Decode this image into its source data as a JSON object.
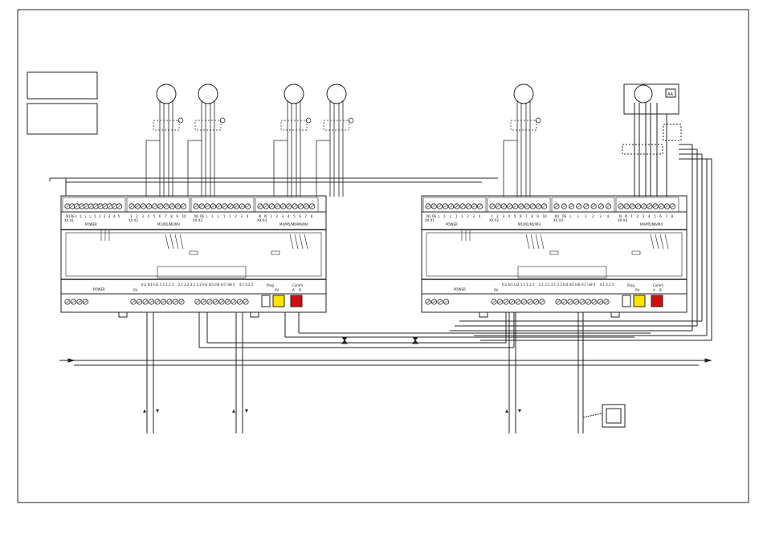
{
  "left_controller": {
    "top_slots": [
      {
        "label": "X1",
        "terminals": [
          "N1",
          "PE",
          "L",
          "L",
          "L",
          "L",
          "1",
          "1",
          "2",
          "3",
          "4",
          "5"
        ]
      },
      {
        "label": "X2",
        "terminals": [
          "1",
          "2",
          "3",
          "4",
          "5",
          "6",
          "7",
          "8",
          "9",
          "10"
        ]
      },
      {
        "label": "X3",
        "terminals": [
          "N1",
          "PE",
          "L",
          "L",
          "L",
          "1",
          "1",
          "2",
          "3",
          "4"
        ]
      },
      {
        "label": "X4",
        "terminals": [
          "N",
          "N",
          "1",
          "2",
          "3",
          "4",
          "5",
          "6",
          "7",
          "8"
        ]
      }
    ],
    "strip_labels": [
      "POWER",
      "M1/M1/M2/M3",
      "M4/M5/M6/M6/M4"
    ],
    "bottom_labels": [
      "POWER",
      "Prog",
      "Comm",
      "0V",
      "0V",
      "A",
      "B"
    ],
    "bottom_io": [
      "In1",
      "In1",
      "In2",
      "1.1",
      "1.2",
      "2",
      "2.1",
      "2.2",
      "3.1",
      "3.2",
      "In4",
      "In5",
      "In6",
      "In7",
      "In8",
      "4",
      "4.1",
      "4.2",
      "5"
    ]
  },
  "right_controller": {
    "top_slots": [
      {
        "label": "X1",
        "terminals": [
          "N1",
          "PE",
          "L",
          "L",
          "L",
          "1",
          "1",
          "2",
          "3",
          "4"
        ]
      },
      {
        "label": "X2",
        "terminals": [
          "1",
          "2",
          "3",
          "4",
          "5",
          "6",
          "7",
          "8",
          "9",
          "10"
        ]
      },
      {
        "label": "X3",
        "terminals": [
          "N1",
          "PE",
          "L",
          "L",
          "1",
          "2",
          "3",
          "4"
        ]
      },
      {
        "label": "X4",
        "terminals": [
          "N",
          "N",
          "1",
          "2",
          "3",
          "4",
          "5",
          "6",
          "7",
          "8"
        ]
      }
    ],
    "strip_labels": [
      "POWER",
      "M1/M1/M2/M3",
      "M4/M5/M6/M4"
    ],
    "bottom_labels": [
      "POWER",
      "Prog",
      "Comm",
      "0V",
      "0V",
      "A",
      "B"
    ],
    "bottom_io": [
      "In1",
      "In1",
      "In2",
      "1.1",
      "1.2",
      "2",
      "2.1",
      "2.2",
      "3.1",
      "3.2",
      "In4",
      "In5",
      "In6",
      "In7",
      "In8",
      "4",
      "4.1",
      "4.2",
      "5"
    ]
  },
  "slot_prefix": "XX",
  "overlay_symbol": "AA",
  "colors": {
    "line": "#222222",
    "prog_yellow": "#ffe600",
    "comm_red": "#d01010",
    "background": "#ffffff"
  }
}
